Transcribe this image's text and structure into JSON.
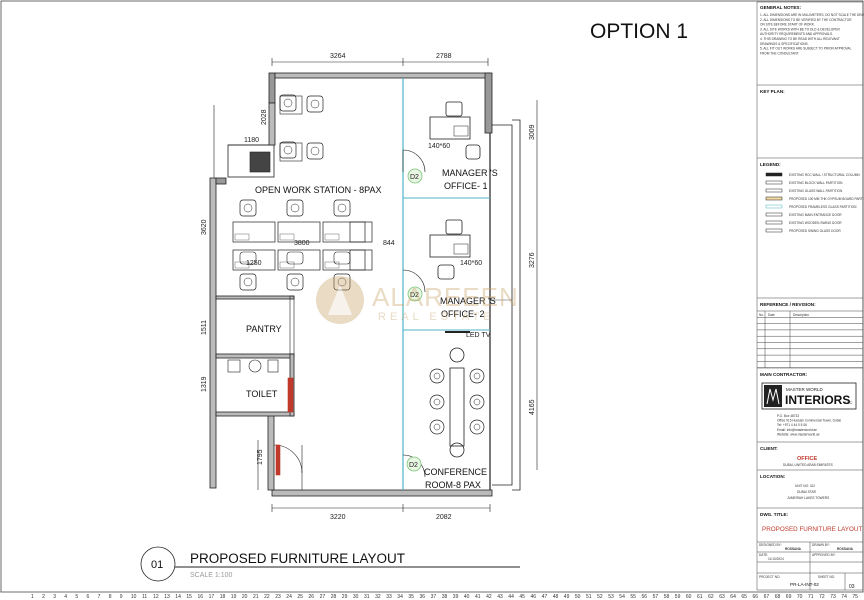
{
  "option_title": "OPTION 1",
  "rooms": {
    "open_work": "OPEN WORK STATION - 8PAX",
    "manager1_a": "MANAGER 'S",
    "manager1_b": "OFFICE- 1",
    "manager2_a": "MANAGER 'S",
    "manager2_b": "OFFICE- 2",
    "pantry": "PANTRY",
    "toilet": "TOILET",
    "conf_a": "CONFERENCE",
    "conf_b": "ROOM-8 PAX",
    "led_tv": "LED TV"
  },
  "dimensions": {
    "top_left": "3264",
    "top_right": "2788",
    "bottom_left": "3220",
    "bottom_right": "2082",
    "left_2028": "2028",
    "left_1180": "1180",
    "left_3620": "3620",
    "left_1511": "1511",
    "left_1319": "1319",
    "left_1795": "1795",
    "right_3009": "3009",
    "right_3276": "3276",
    "right_4165": "4165",
    "mid_844": "844",
    "mid_3800": "3800",
    "mid_1250": "1250",
    "desk1": "140*60",
    "desk2": "140*60"
  },
  "door_tags": [
    "D2",
    "D2",
    "D2"
  ],
  "watermark": {
    "brand": "ALAREEEN",
    "sub": "REAL ESTATE"
  },
  "drawing_label": {
    "number": "01",
    "title": "PROPOSED FURNITURE LAYOUT",
    "scale": "SCALE  1:100"
  },
  "title_block": {
    "general_notes_title": "GENERAL NOTES:",
    "general_notes_lines": [
      "1. ALL DIMENSIONS ARE IN MILLIMETERS, DO NOT SCALE THE DRAWING.",
      "2. ALL DIMENSIONS TO BE VERIFIED BY THE CONTRACTOR",
      "   ON SITE BEFORE START OF WORK.",
      "3. ALL SITE WORKS WITH BE TO DLD & DEVELOPER",
      "   AUTHORITY REQUIREMENTS AND APPROVALS.",
      "4. THIS DRAWING TO BE READ WITH ALL RELEVANT",
      "   DRAWINGS & SPECIFICATIONS.",
      "5. ALL FIT OUT WORKS ARE SUBJECT TO PRIOR APPROVAL",
      "   FROM THE CONSULTANT."
    ],
    "key_plan": "KEY PLAN:",
    "legend_title": "LEGEND:",
    "legend_items": [
      "EXISTING RCC WALL / STRUCTURAL COLUMN",
      "EXISTING BLOCK WALL PARTITION",
      "EXISTING GLASS WALL PARTITION",
      "PROPOSED 100 MM THK GYPSUM BOARD PARTITION",
      "PROPOSED FRAMELESS GLASS PARTITION",
      "EXISTING MAIN ENTRANCE DOOR",
      "EXISTING WOODEN SWING DOOR",
      "PROPOSED SWING GLASS DOOR"
    ],
    "ref_title": "REFERENCE / REVISION:",
    "ref_cols": [
      "No.",
      "Date",
      "Description"
    ],
    "main_contractor": "MAIN CONTRACTOR:",
    "contractor_small": "MASTER WORLD",
    "contractor_big": "INTERIORS",
    "contractor_llc": "LLC",
    "contractor_info": [
      "P.O. Box 48733",
      "Office 915 Hussain Commercial Tower, Dubai",
      "Tel: +971 4 44 0 5 06",
      "Email: info@masterworld.ae",
      "Website: www.masterworld.ae"
    ],
    "client_title": "CLIENT:",
    "client_name": "OFFICE",
    "client_loc": "DUBAI, UNITED ARAB EMIRATES",
    "location_title": "LOCATION:",
    "location_lines": [
      "UNIT NO: 312",
      "DUBAI STAR",
      "JUMEIRAH LAKES TOWERS"
    ],
    "dwg_title_label": "DWG. TITLE:",
    "dwg_title": "PROPOSED FURNITURE LAYOUT",
    "designed_by_label": "DESIGNED BY:",
    "designed_by": "ROSSANA",
    "drawn_by_label": "DRAWN BY:",
    "drawn_by": "ROSSANA",
    "date_label": "DATE:",
    "date": "11/10/2024",
    "approved_label": "APPROVED BY:",
    "project_label": "PROJECT NO.",
    "project_no": "PR-LA-INT-02",
    "sheet_label": "SHEET NO.",
    "sheet_no": "03"
  },
  "ruler_numbers": [
    "1",
    "2",
    "3",
    "4",
    "5",
    "6",
    "7",
    "8",
    "9",
    "10",
    "11",
    "12",
    "13",
    "14",
    "15",
    "16",
    "17",
    "18",
    "19",
    "20",
    "21",
    "22",
    "23",
    "24",
    "25",
    "26",
    "27",
    "28",
    "29",
    "30",
    "31",
    "32",
    "33",
    "34",
    "35",
    "36",
    "37",
    "38",
    "39",
    "40",
    "41",
    "42",
    "43",
    "44",
    "45",
    "46",
    "47",
    "48",
    "49",
    "50",
    "51",
    "52",
    "53",
    "54",
    "55",
    "56",
    "57",
    "58",
    "59",
    "60",
    "61",
    "62",
    "63",
    "64",
    "65",
    "66",
    "67",
    "68",
    "69",
    "70",
    "71",
    "72",
    "73",
    "74",
    "75"
  ],
  "colors": {
    "line": "#222222",
    "glass": "#4fb3c9",
    "door_tag": "#7cc576",
    "door_red": "#c0392b",
    "gold": "#c7a266",
    "title_pink": "#c0392b"
  }
}
